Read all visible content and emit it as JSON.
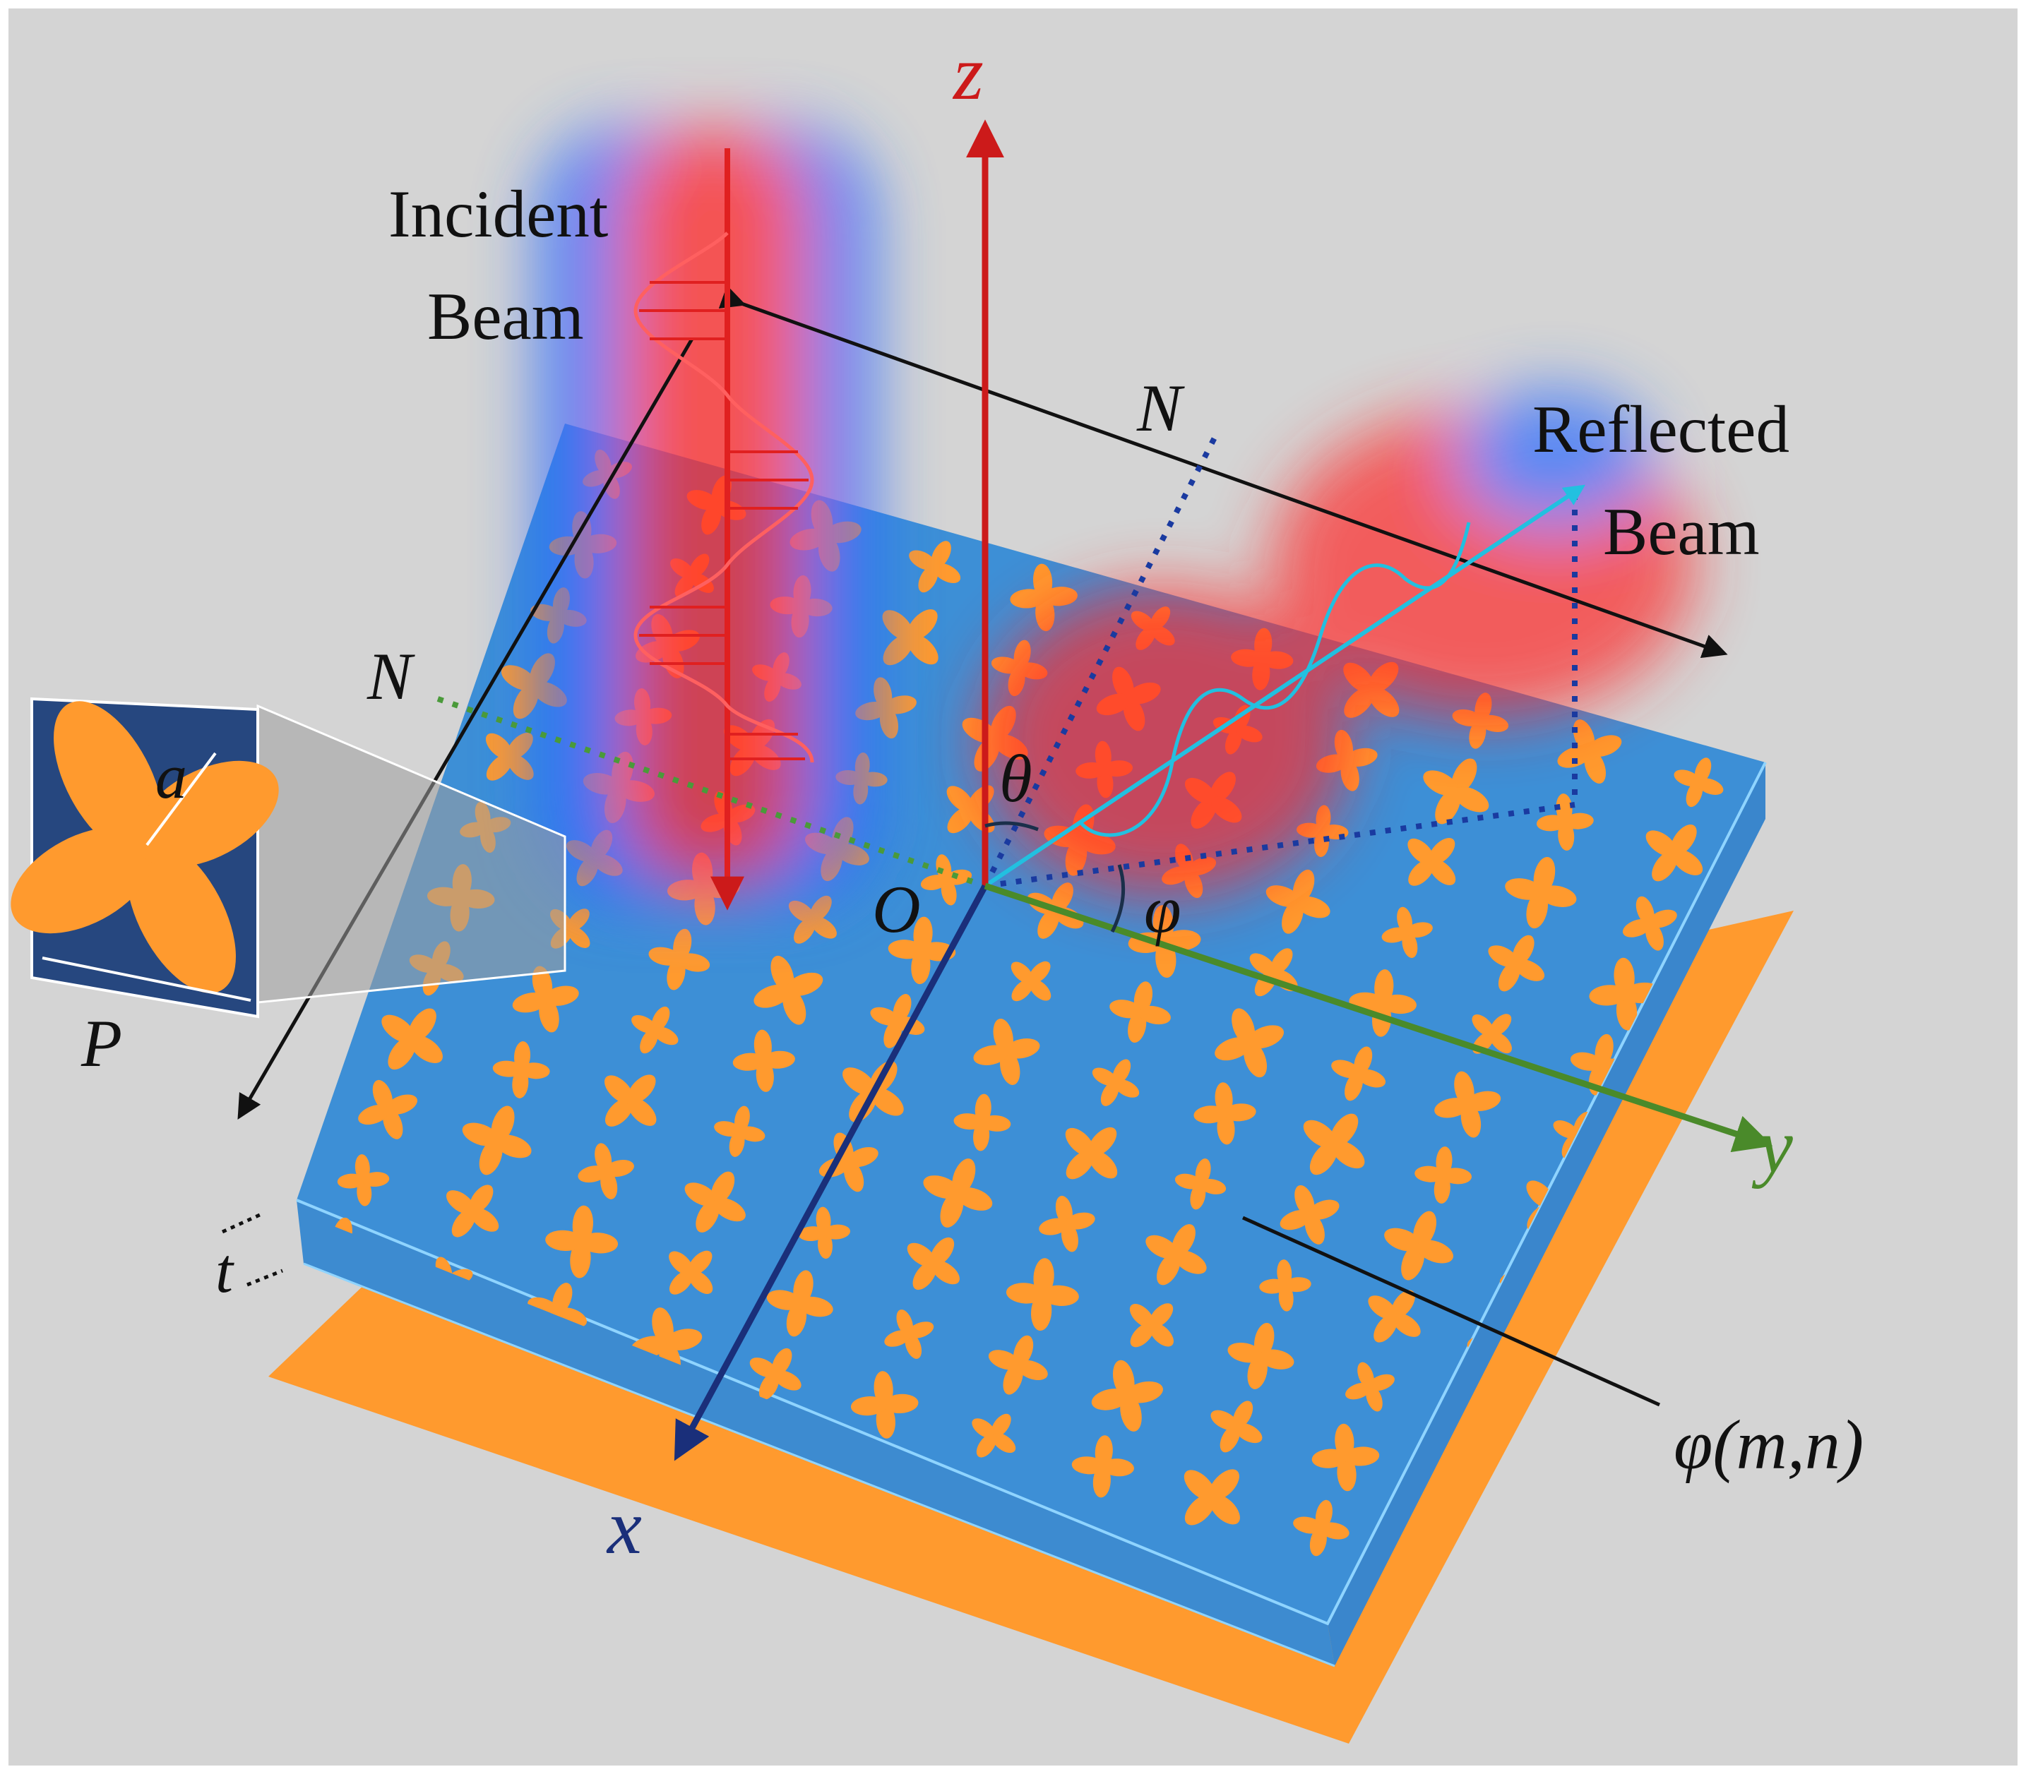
{
  "figure": {
    "background": "#d4d4d4",
    "colors": {
      "substrate_top": "#3d8fd6",
      "substrate_edge": "#5ab0f0",
      "ground_plane": "#ff9a2e",
      "unit_cell_bg": "#26477f",
      "petal": "#ff9a2e",
      "z_axis": "#cc1a1a",
      "x_axis": "#1a2f7a",
      "y_axis": "#4a8a2a",
      "incident_beam": "#e02020",
      "reflected_beam": "#22c0e0",
      "dotted_blue": "#1a3aa0",
      "dotted_green": "#4a9a3a",
      "glow_red": "#ff2a2a",
      "glow_blue": "#2a6aff"
    }
  },
  "labels": {
    "z_axis": "z",
    "x_axis": "x",
    "y_axis": "y",
    "origin": "O",
    "theta": "θ",
    "phi": "φ",
    "n_top": "N",
    "n_left": "N",
    "incident_line1": "Incident",
    "incident_line2": "Beam",
    "reflected_line1": "Reflected",
    "reflected_line2": "Beam",
    "phase": "φ(m,n)",
    "unit_a": "a",
    "unit_p": "P",
    "thickness": "t"
  }
}
